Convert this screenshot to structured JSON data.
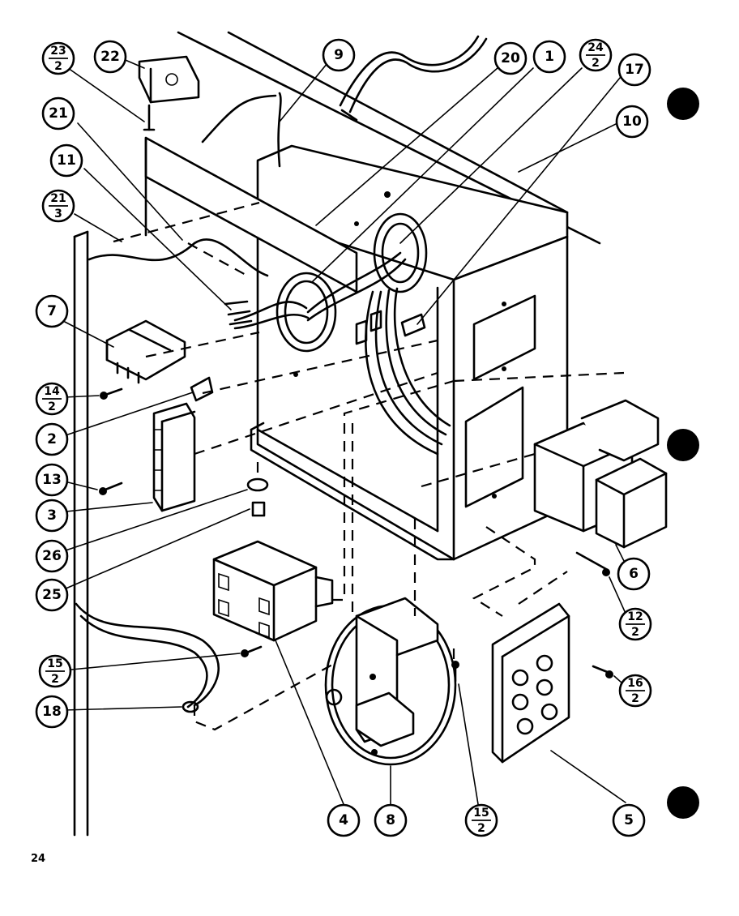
{
  "page_number": "24",
  "callouts": [
    {
      "id": "c23",
      "top": "23",
      "bottom": "2"
    },
    {
      "id": "c22",
      "label": "22"
    },
    {
      "id": "c9",
      "label": "9"
    },
    {
      "id": "c20",
      "label": "20"
    },
    {
      "id": "c1",
      "label": "1"
    },
    {
      "id": "c24",
      "top": "24",
      "bottom": "2"
    },
    {
      "id": "c17",
      "label": "17"
    },
    {
      "id": "c10",
      "label": "10"
    },
    {
      "id": "c21a",
      "label": "21"
    },
    {
      "id": "c11",
      "label": "11"
    },
    {
      "id": "c21b",
      "top": "21",
      "bottom": "3"
    },
    {
      "id": "c7",
      "label": "7"
    },
    {
      "id": "c14",
      "top": "14",
      "bottom": "2"
    },
    {
      "id": "c2",
      "label": "2"
    },
    {
      "id": "c13",
      "label": "13"
    },
    {
      "id": "c3",
      "label": "3"
    },
    {
      "id": "c26",
      "label": "26"
    },
    {
      "id": "c25",
      "label": "25"
    },
    {
      "id": "c15a",
      "top": "15",
      "bottom": "2"
    },
    {
      "id": "c18",
      "label": "18"
    },
    {
      "id": "c4",
      "label": "4"
    },
    {
      "id": "c8",
      "label": "8"
    },
    {
      "id": "c15b",
      "top": "15",
      "bottom": "2"
    },
    {
      "id": "c5",
      "label": "5"
    },
    {
      "id": "c6",
      "label": "6"
    },
    {
      "id": "c12",
      "top": "12",
      "bottom": "2"
    },
    {
      "id": "c16",
      "top": "16",
      "bottom": "2"
    }
  ]
}
